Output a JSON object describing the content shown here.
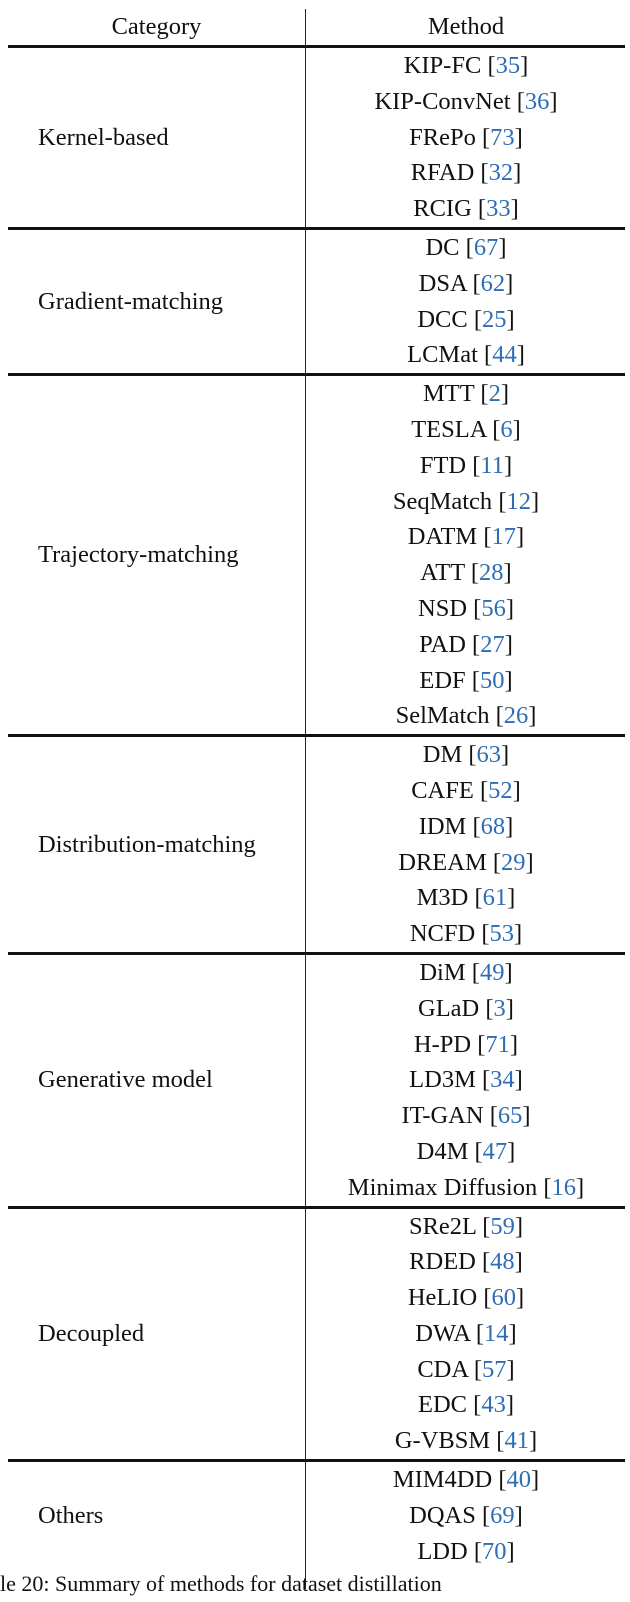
{
  "table": {
    "header": {
      "category": "Category",
      "method": "Method"
    },
    "groups": [
      {
        "category": "Kernel-based",
        "methods": [
          {
            "name": "KIP-FC",
            "ref": "35"
          },
          {
            "name": "KIP-ConvNet",
            "ref": "36"
          },
          {
            "name": "FRePo",
            "ref": "73"
          },
          {
            "name": "RFAD",
            "ref": "32"
          },
          {
            "name": "RCIG",
            "ref": "33"
          }
        ]
      },
      {
        "category": "Gradient-matching",
        "methods": [
          {
            "name": "DC",
            "ref": "67"
          },
          {
            "name": "DSA",
            "ref": "62"
          },
          {
            "name": "DCC",
            "ref": "25"
          },
          {
            "name": "LCMat",
            "ref": "44"
          }
        ]
      },
      {
        "category": "Trajectory-matching",
        "methods": [
          {
            "name": "MTT",
            "ref": "2"
          },
          {
            "name": "TESLA",
            "ref": "6"
          },
          {
            "name": "FTD",
            "ref": "11"
          },
          {
            "name": "SeqMatch",
            "ref": "12"
          },
          {
            "name": "DATM",
            "ref": "17"
          },
          {
            "name": "ATT",
            "ref": "28"
          },
          {
            "name": "NSD",
            "ref": "56"
          },
          {
            "name": "PAD",
            "ref": "27"
          },
          {
            "name": "EDF",
            "ref": "50"
          },
          {
            "name": "SelMatch",
            "ref": "26"
          }
        ]
      },
      {
        "category": "Distribution-matching",
        "methods": [
          {
            "name": "DM",
            "ref": "63"
          },
          {
            "name": "CAFE",
            "ref": "52"
          },
          {
            "name": "IDM",
            "ref": "68"
          },
          {
            "name": "DREAM",
            "ref": "29"
          },
          {
            "name": "M3D",
            "ref": "61"
          },
          {
            "name": "NCFD",
            "ref": "53"
          }
        ]
      },
      {
        "category": "Generative model",
        "methods": [
          {
            "name": "DiM",
            "ref": "49"
          },
          {
            "name": "GLaD",
            "ref": "3"
          },
          {
            "name": "H-PD",
            "ref": "71"
          },
          {
            "name": "LD3M",
            "ref": "34"
          },
          {
            "name": "IT-GAN",
            "ref": "65"
          },
          {
            "name": "D4M",
            "ref": "47"
          },
          {
            "name": "Minimax Diffusion",
            "ref": "16"
          }
        ]
      },
      {
        "category": "Decoupled",
        "methods": [
          {
            "name": "SRe2L",
            "ref": "59"
          },
          {
            "name": "RDED",
            "ref": "48"
          },
          {
            "name": "HeLIO",
            "ref": "60"
          },
          {
            "name": "DWA",
            "ref": "14"
          },
          {
            "name": "CDA",
            "ref": "57"
          },
          {
            "name": "EDC",
            "ref": "43"
          },
          {
            "name": "G-VBSM",
            "ref": "41"
          }
        ]
      },
      {
        "category": "Others",
        "methods": [
          {
            "name": "MIM4DD",
            "ref": "40"
          },
          {
            "name": "DQAS",
            "ref": "69"
          },
          {
            "name": "LDD",
            "ref": "70"
          }
        ]
      }
    ]
  },
  "caption": "le 20: Summary of methods for dataset distillation"
}
